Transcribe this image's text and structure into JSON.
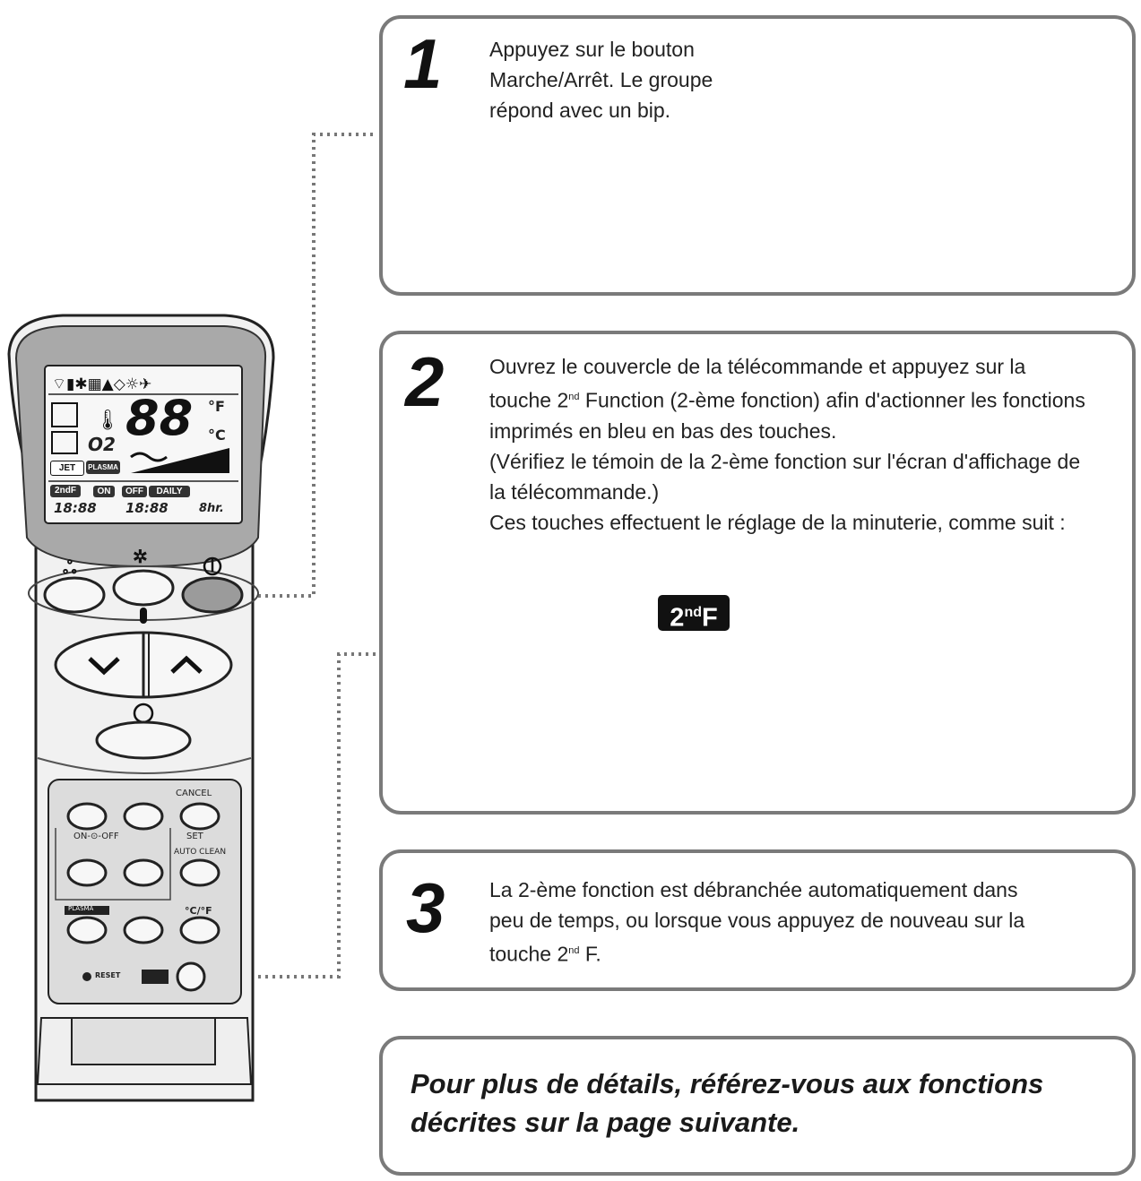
{
  "step1": {
    "number": "1",
    "text": "Appuyez sur le bouton\nMarche/Arrêt. Le groupe\nrépond avec un bip.",
    "icon": "power-icon"
  },
  "step2": {
    "number": "2",
    "line1": "Ouvrez le couvercle de la télécommande et appuyez sur la",
    "line2_pre": "touche 2",
    "line2_sup": "nd",
    "line2_post": " Function (2-ème fonction) afin d'actionner les fonctions",
    "line3": "imprimés en bleu en bas des touches.",
    "line4": "(Vérifiez le témoin de la 2-ème fonction sur l'écran d'affichage de",
    "line5": "la télécommande.)",
    "line6": "Ces touches effectuent le réglage de la minuterie, comme suit :",
    "badge_base": "2",
    "badge_sup": "nd",
    "badge_end": "F"
  },
  "step3": {
    "number": "3",
    "line1": "La 2-ème fonction est débranchée automatiquement dans",
    "line2": "peu de temps, ou lorsque vous appuyez de nouveau sur la",
    "line3_pre": "touche 2",
    "line3_sup": "nd",
    "line3_post": " F."
  },
  "note": {
    "line1": "Pour plus de détails, référez-vous aux fonctions",
    "line2": "décrites sur la page suivante."
  },
  "remote": {
    "lcd_temp": "88",
    "lcd_unit_f": "°F",
    "lcd_unit_c": "°C",
    "lcd_o2": "O2",
    "lcd_jet": "JET",
    "lcd_plasma": "PLASMA",
    "lcd_2ndf": "2ndF",
    "lcd_on": "ON",
    "lcd_off": "OFF",
    "lcd_daily": "DAILY",
    "lcd_time1": "18:88",
    "lcd_time2": "18:88",
    "lcd_hr": "8hr.",
    "label_cancel": "CANCEL",
    "label_set": "SET",
    "label_onoff": "ON-⊙-OFF",
    "label_autoclean": "AUTO CLEAN",
    "label_plasma": "PLASMA",
    "label_cf": "°C/°F",
    "label_reset": "RESET"
  }
}
